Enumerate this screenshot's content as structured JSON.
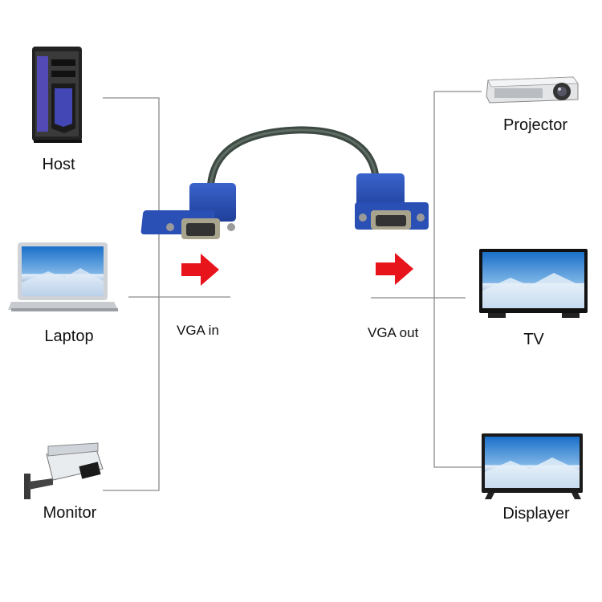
{
  "inputs": {
    "host_label": "Host",
    "laptop_label": "Laptop",
    "monitor_label": "Monitor"
  },
  "cable": {
    "in_label": "VGA in",
    "out_label": "VGA out"
  },
  "outputs": {
    "projector_label": "Projector",
    "tv_label": "TV",
    "displayer_label": "Displayer"
  },
  "colors": {
    "line": "#8a8a8a",
    "arrow": "#e8141b",
    "connector": "#2a4fb5",
    "cable": "#3d4a43"
  }
}
